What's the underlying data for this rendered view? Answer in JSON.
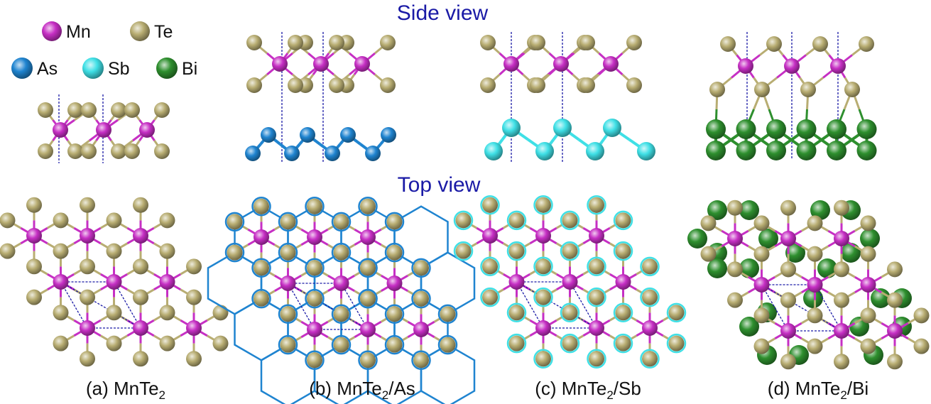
{
  "headings": {
    "side": "Side view",
    "top": "Top view"
  },
  "legend": [
    {
      "symbol": "Mn",
      "color": "#c62fc4"
    },
    {
      "symbol": "Te",
      "color": "#b8ad72"
    },
    {
      "symbol": "As",
      "color": "#1f84d0"
    },
    {
      "symbol": "Sb",
      "color": "#3fe0e6"
    },
    {
      "symbol": "Bi",
      "color": "#2e8f2e"
    }
  ],
  "panels": [
    {
      "label": "(a) MnTe",
      "sub": "2",
      "tail": "",
      "substrate": ""
    },
    {
      "label": "(b) MnTe",
      "sub": "2",
      "tail": "/As",
      "substrate": "As"
    },
    {
      "label": "(c) MnTe",
      "sub": "2",
      "tail": "/Sb",
      "substrate": "Sb"
    },
    {
      "label": "(d) MnTe",
      "sub": "2",
      "tail": "/Bi",
      "substrate": "Bi"
    }
  ],
  "colors": {
    "Mn": "#c62fc4",
    "Te": "#b8ad72",
    "As": "#1f84d0",
    "Sb": "#3fe0e6",
    "Bi": "#2e8f2e",
    "cell": "#1a1aa6",
    "heading": "#1a1aa6"
  }
}
